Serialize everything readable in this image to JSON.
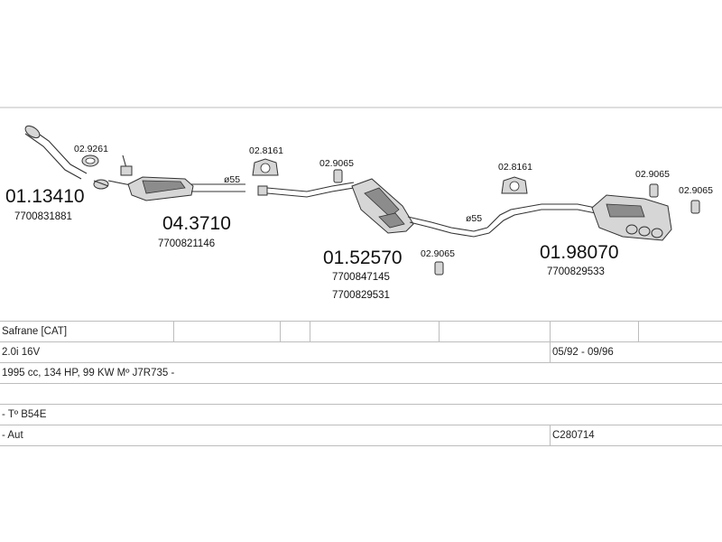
{
  "parts": [
    {
      "part_number": "01.13410",
      "oe_numbers": [
        "7700831881"
      ]
    },
    {
      "part_number": "04.3710",
      "oe_numbers": [
        "7700821146"
      ]
    },
    {
      "part_number": "01.52570",
      "oe_numbers": [
        "7700847145",
        "7700829531"
      ]
    },
    {
      "part_number": "01.98070",
      "oe_numbers": [
        "7700829533"
      ]
    }
  ],
  "fittings": {
    "clamp_1": "02.9261",
    "mount_1": "02.8161",
    "hanger_1": "02.9065",
    "hanger_2": "02.9065",
    "mount_2": "02.8161",
    "hanger_3": "02.9065",
    "hanger_4": "02.9065"
  },
  "pipe_diameters": [
    "ø55",
    "ø55"
  ],
  "vehicle": {
    "model": "Safrane  [CAT]",
    "engine": "2.0i 16V",
    "years": "05/92 - 09/96",
    "specs": "1995 cc, 134 HP, 99 KW Mº J7R735 -",
    "gearbox_code": "- Tº B54E",
    "transmission": "- Aut",
    "catalog_code": "C280714"
  }
}
